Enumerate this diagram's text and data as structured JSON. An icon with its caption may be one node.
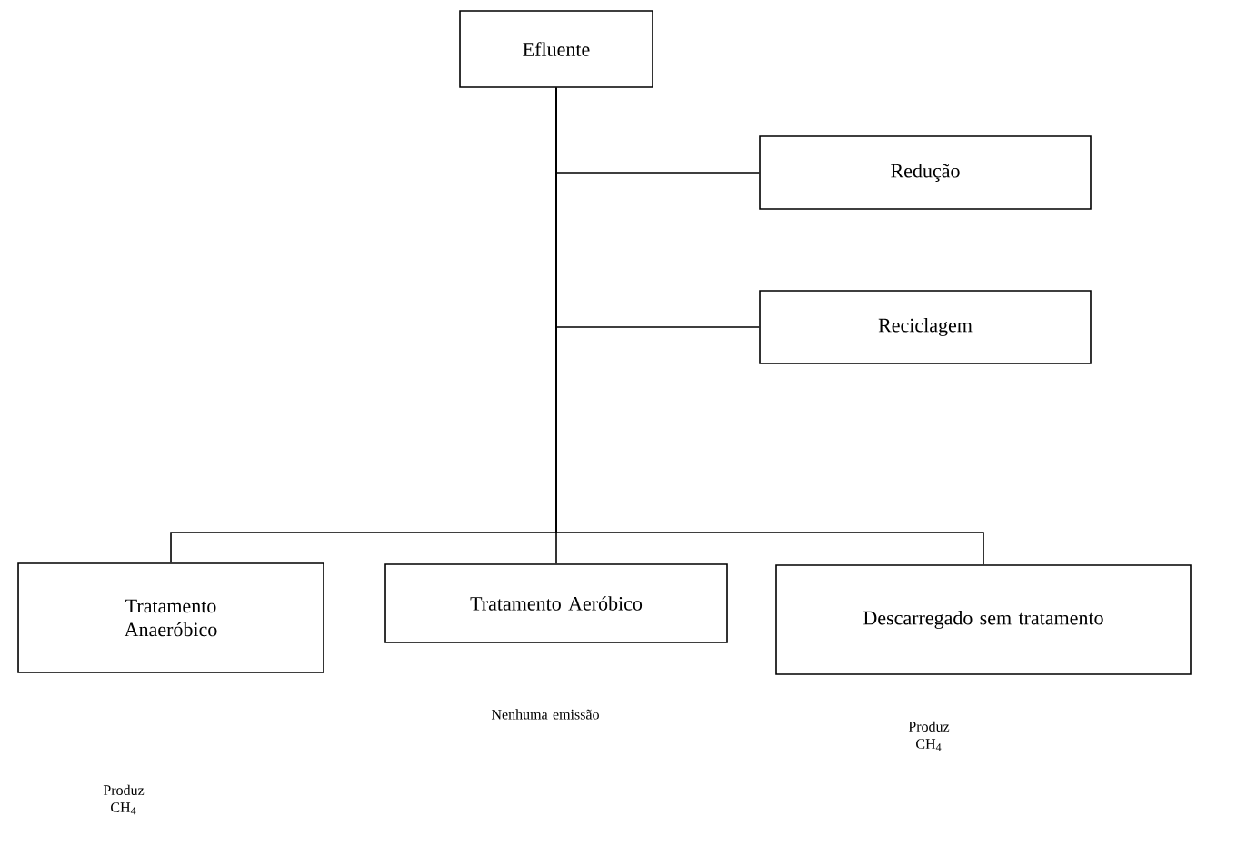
{
  "diagram": {
    "nodes": [
      {
        "text": [
          "Efluente"
        ]
      },
      {
        "text": [
          "Redução"
        ]
      },
      {
        "text": [
          "Reciclagem"
        ]
      },
      {
        "text": [
          "Tratamento Anaeróbico"
        ]
      },
      {
        "text": [
          "Tratamento Aeróbico"
        ]
      },
      {
        "text": [
          "Descarregado sem tratamento"
        ]
      }
    ],
    "edges": [
      {
        "from": 0,
        "to": 1,
        "arrow": "none"
      },
      {
        "from": 0,
        "to": 2,
        "arrow": "none"
      },
      {
        "from": 0,
        "to": 3,
        "arrow": "none"
      },
      {
        "from": 0,
        "to": 4,
        "arrow": "none"
      },
      {
        "from": 0,
        "to": 5,
        "arrow": "none"
      }
    ],
    "labels": [
      "Nenhuma emissão",
      "Produz CH$_{4}$",
      "Produz CH$_{4}$"
    ]
  }
}
